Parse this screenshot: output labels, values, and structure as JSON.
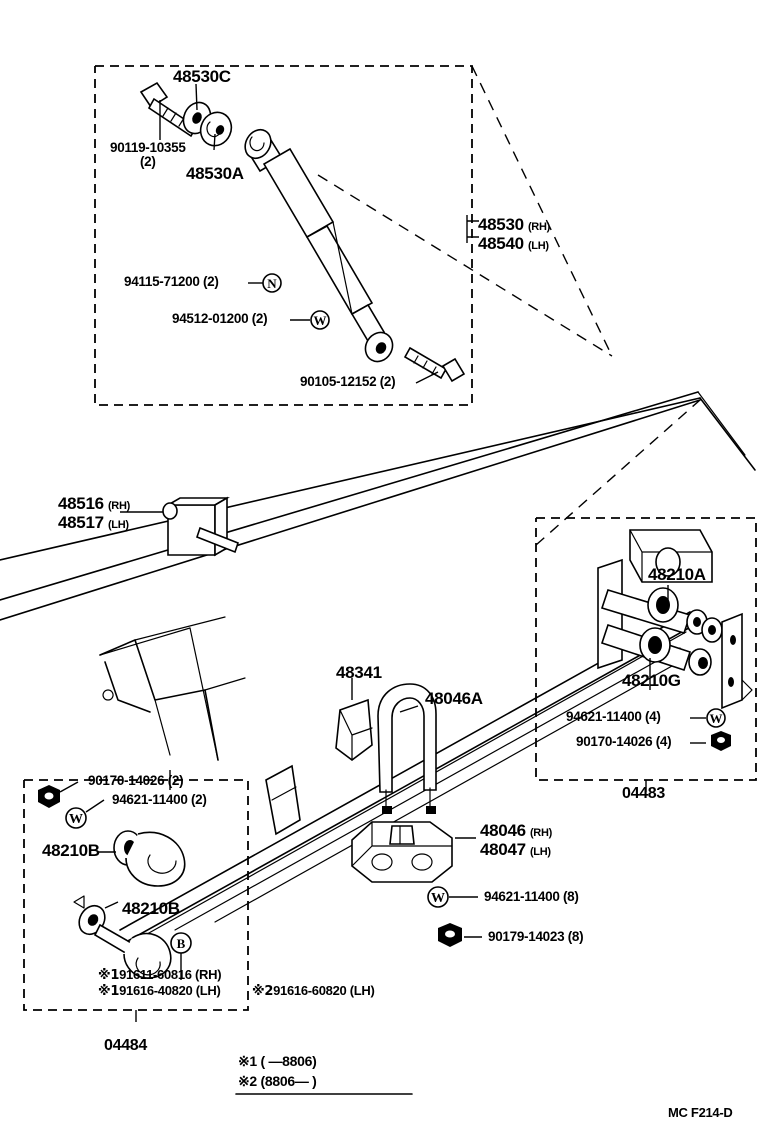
{
  "document": {
    "type": "parts-diagram",
    "footer_code": "MC F214-D",
    "ink_color": "#000000",
    "background_color": "#ffffff"
  },
  "top_assembly": {
    "name": "rear-shock-absorber-group",
    "box_style": "dashed",
    "callouts": [
      {
        "id": "shock-bolt",
        "text": "90119-10355",
        "qty": "(2)"
      },
      {
        "id": "cushion-retainer",
        "text": "48530C"
      },
      {
        "id": "shock-bushing",
        "text": "48530A"
      },
      {
        "id": "shock-nut",
        "text": "94115-71200 (2)",
        "symbol": "N"
      },
      {
        "id": "shock-washer",
        "text": "94512-01200 (2)",
        "symbol": "W"
      },
      {
        "id": "shock-lower-bolt",
        "text": "90105-12152 (2)"
      }
    ],
    "assembly_label": {
      "rh_number": "48530",
      "rh_side": "(RH)",
      "lh_number": "48540",
      "lh_side": "(LH)"
    }
  },
  "bumper_stop": {
    "rh_number": "48516",
    "rh_side": "(RH)",
    "lh_number": "48517",
    "lh_side": "(LH)"
  },
  "right_assembly": {
    "name": "spring-shackle-group",
    "kit_number": "04483",
    "callouts": [
      {
        "id": "shackle-bushing-upper",
        "text": "48210A"
      },
      {
        "id": "shackle-bushing-lower",
        "text": "48210G"
      },
      {
        "id": "shackle-washer",
        "text": "94621-11400 (4)",
        "symbol": "W"
      },
      {
        "id": "shackle-nut",
        "text": "90170-14026 (4)",
        "symbol": "NUT"
      }
    ]
  },
  "left_assembly": {
    "name": "spring-front-pin-group",
    "kit_number": "04484",
    "callouts": [
      {
        "id": "pin-nut",
        "text": "90170-14026 (2)",
        "symbol": "NUT"
      },
      {
        "id": "pin-washer",
        "text": "94621-11400 (2)",
        "symbol": "W"
      },
      {
        "id": "spring-bushing-front",
        "text": "48210B"
      },
      {
        "id": "spring-bushing-rear",
        "text": "48210B"
      }
    ],
    "bolt_notes": [
      {
        "mark": "※1",
        "text": "91611-60816 (RH)"
      },
      {
        "mark": "※1",
        "text": "91616-40820 (LH)"
      },
      {
        "mark": "※2",
        "text": "91616-60820 (LH)"
      }
    ]
  },
  "center_parts": [
    {
      "id": "spring-bumper",
      "text": "48341"
    },
    {
      "id": "u-bolt",
      "text": "48046A"
    }
  ],
  "spring_seat": {
    "rh_number": "48046",
    "rh_side": "(RH)",
    "lh_number": "48047",
    "lh_side": "(LH)"
  },
  "hardware": [
    {
      "id": "u-bolt-washer",
      "text": "94621-11400 (8)",
      "symbol": "W"
    },
    {
      "id": "u-bolt-nut",
      "text": "90179-14023 (8)",
      "symbol": "NUT"
    }
  ],
  "legend": {
    "line1": "※1 (          —8806)",
    "line2": "※2 (8806—          )"
  }
}
